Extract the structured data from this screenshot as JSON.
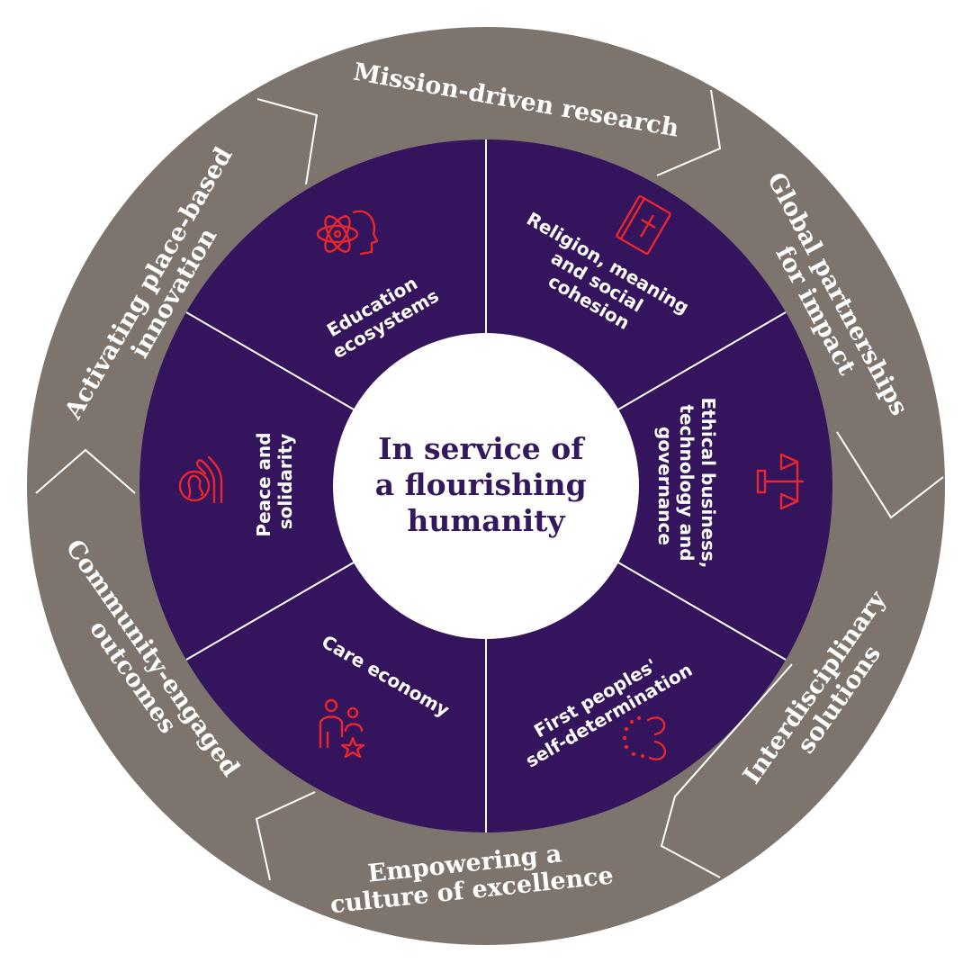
{
  "center": {
    "lines": [
      "In service of",
      "a flourishing",
      "humanity"
    ]
  },
  "outer_ring": [
    {
      "id": "mission",
      "lines": [
        "Mission-driven research"
      ]
    },
    {
      "id": "global",
      "lines": [
        "Global partnerships",
        "for impact"
      ]
    },
    {
      "id": "interdisciplinary",
      "lines": [
        "Interdisciplinary",
        "solutions"
      ]
    },
    {
      "id": "empowering",
      "lines": [
        "Empowering a",
        "culture of excellence"
      ]
    },
    {
      "id": "community",
      "lines": [
        "Community-engaged",
        "outcomes"
      ]
    },
    {
      "id": "place",
      "lines": [
        "Activating place-based",
        "innovation"
      ]
    }
  ],
  "inner_ring": [
    {
      "id": "education",
      "icon": "atom-head-icon",
      "lines": [
        "Education",
        "ecosystems"
      ]
    },
    {
      "id": "religion",
      "icon": "bible-icon",
      "lines": [
        "Religion, meaning",
        "and social",
        "cohesion"
      ]
    },
    {
      "id": "ethical",
      "icon": "scales-icon",
      "lines": [
        "Ethical business,",
        "technology and",
        "governance"
      ]
    },
    {
      "id": "first-peoples",
      "icon": "beads-icon",
      "lines": [
        "First peoples'",
        "self-determination"
      ]
    },
    {
      "id": "care",
      "icon": "people-star-icon",
      "lines": [
        "Care economy"
      ]
    },
    {
      "id": "peace",
      "icon": "globe-hand-icon",
      "lines": [
        "Peace and",
        "solidarity"
      ]
    }
  ],
  "colors": {
    "outer_ring": "#7d746d",
    "inner_ring": "#34145d",
    "divider": "#ffffff",
    "icon": "#e8262c",
    "center_text": "#33185e"
  }
}
